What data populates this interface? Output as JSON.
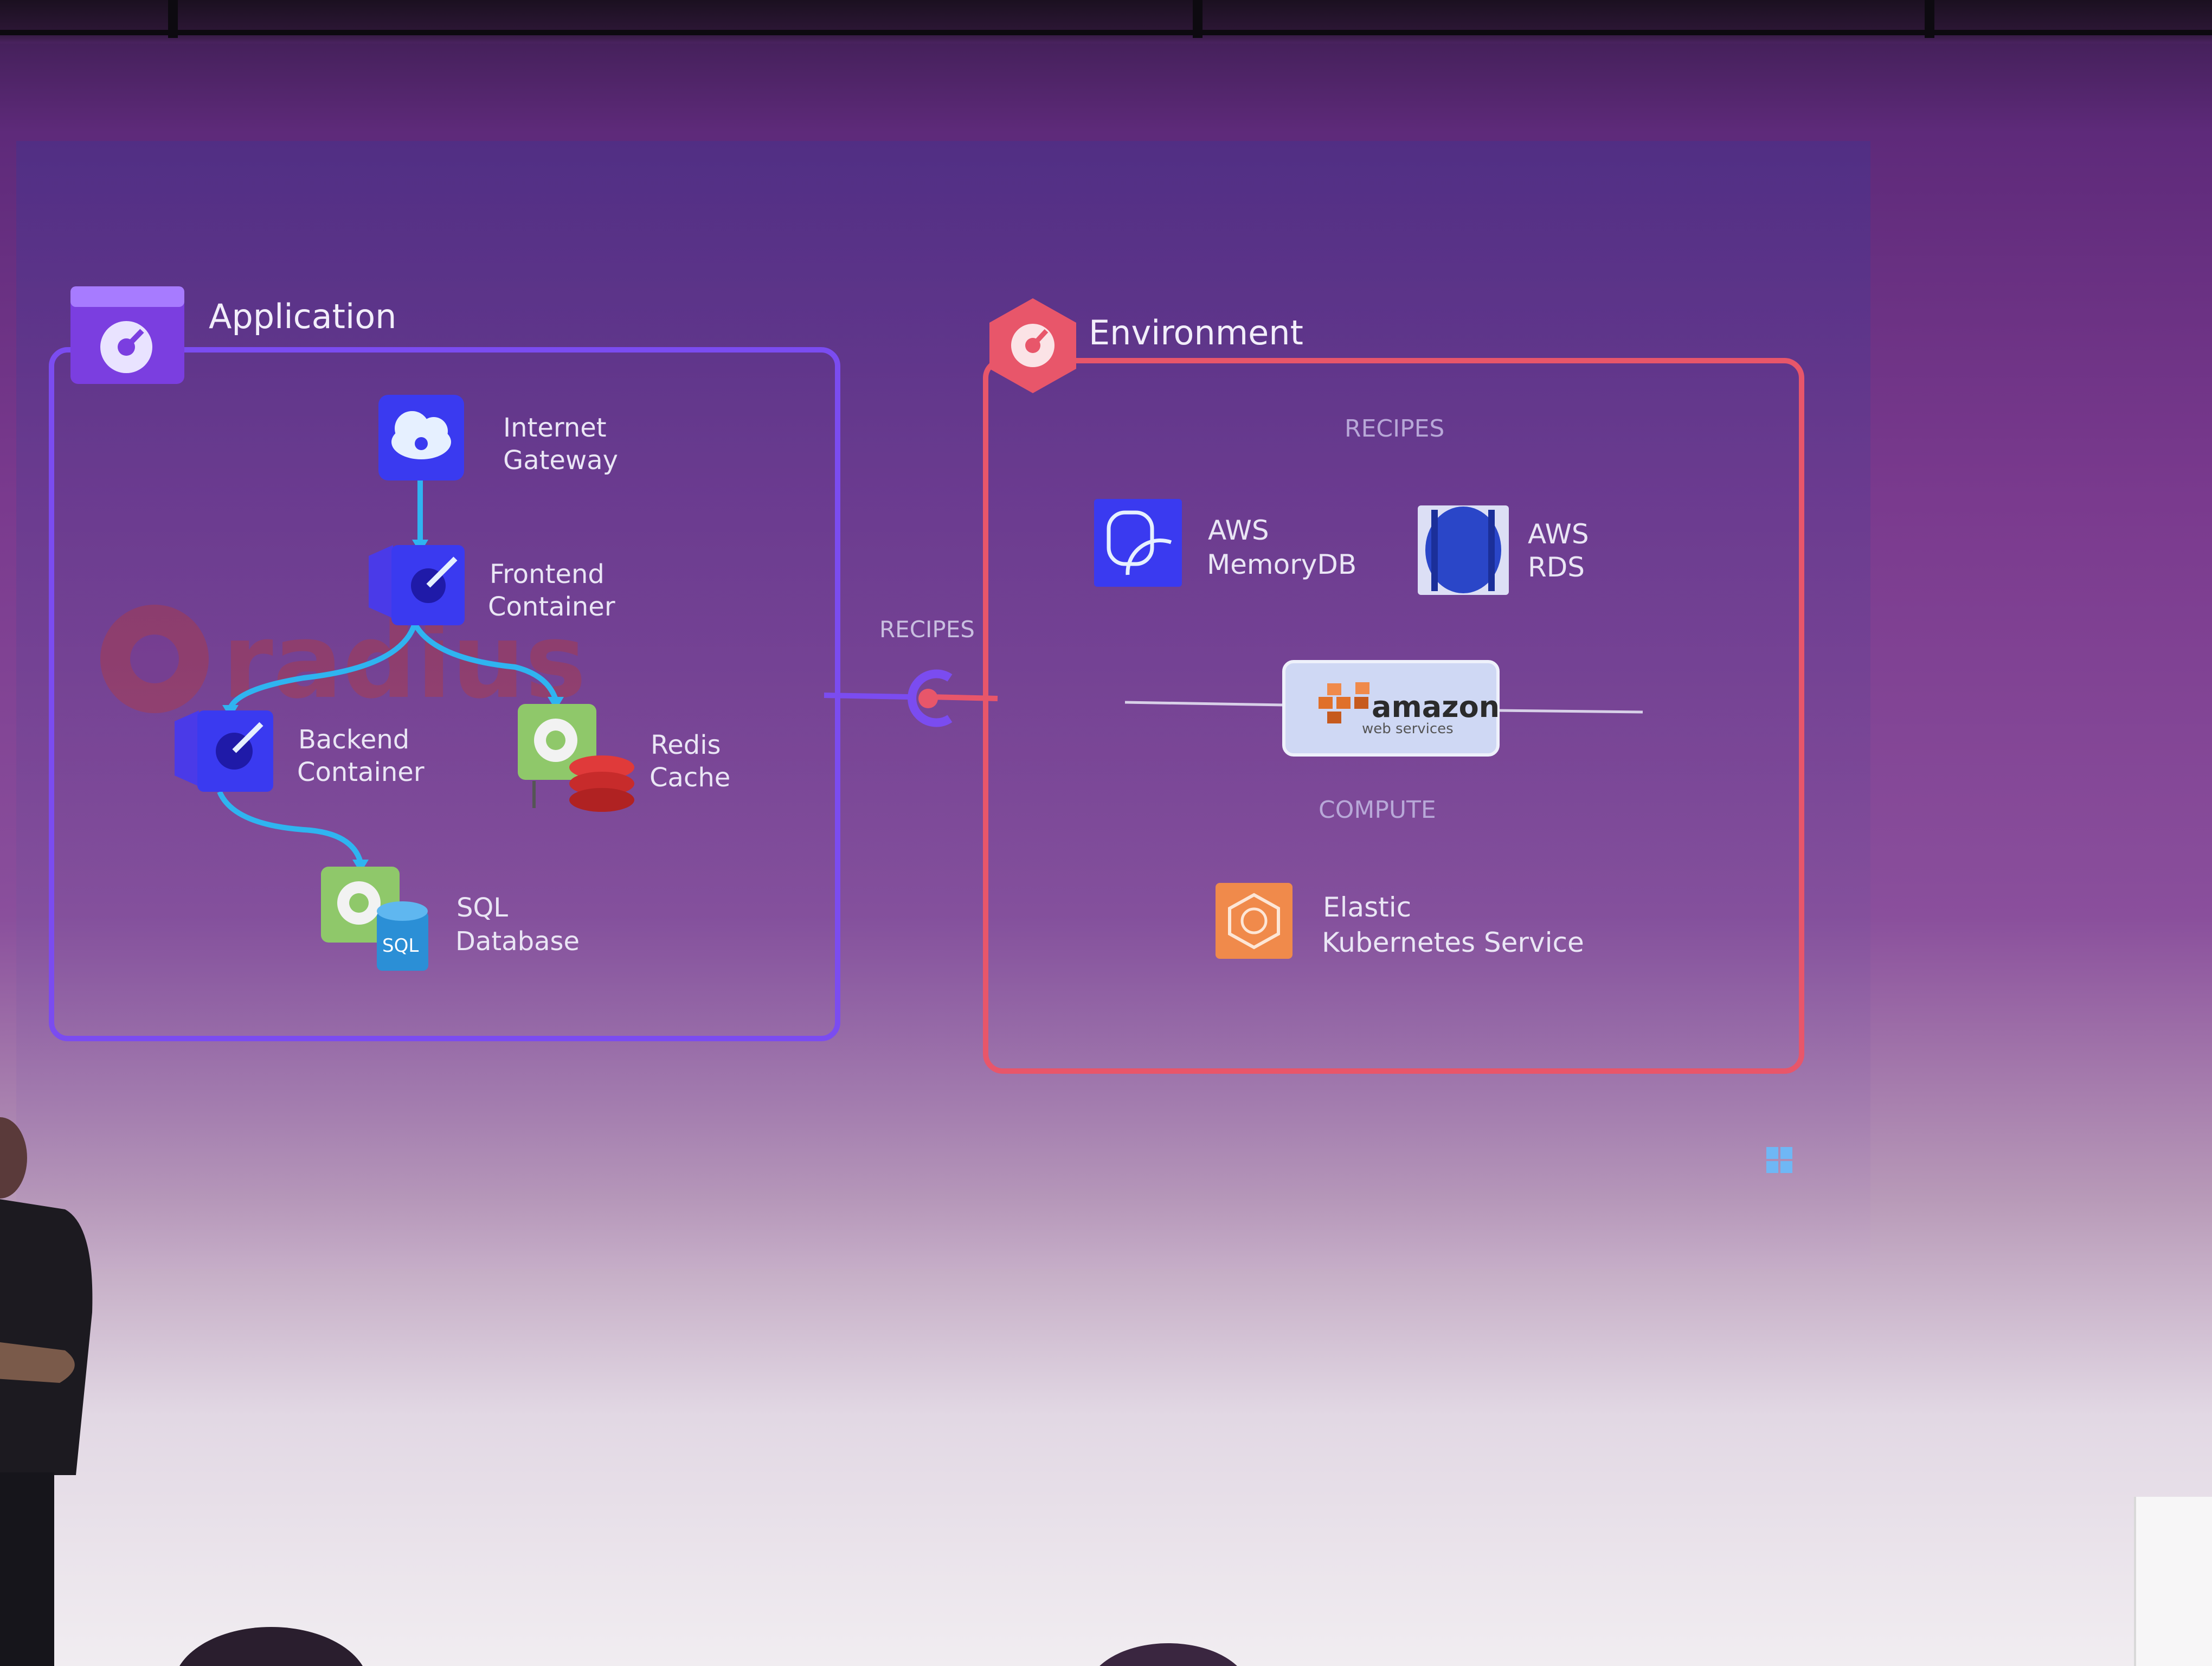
{
  "application": {
    "title": "Application",
    "watermark": "radius",
    "nodes": {
      "internet_gateway": [
        "Internet",
        "Gateway"
      ],
      "frontend_container": [
        "Frontend",
        "Container"
      ],
      "backend_container": [
        "Backend",
        "Container"
      ],
      "redis_cache": [
        "Redis",
        "Cache"
      ],
      "sql_database": [
        "SQL",
        "Database"
      ],
      "sql_badge": "SQL"
    }
  },
  "connector": {
    "label": "RECIPES"
  },
  "environment": {
    "title": "Environment",
    "recipes_heading": "RECIPES",
    "memorydb": [
      "AWS",
      "MemoryDB"
    ],
    "rds": [
      "AWS",
      "RDS"
    ],
    "aws_logo": {
      "word": "amazon",
      "sub": "web services"
    },
    "compute_heading": "COMPUTE",
    "eks": [
      "Elastic",
      "Kubernetes Service"
    ]
  },
  "colors": {
    "app_accent": "#7b4cf0",
    "env_accent": "#e8566a",
    "link_blue": "#2fb4f0",
    "node_blue": "#3a3af0",
    "eks_orange": "#f08a4b"
  }
}
